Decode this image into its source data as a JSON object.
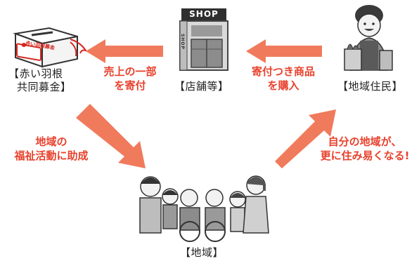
{
  "nodes": {
    "akai_hane": {
      "label_line1": "【赤い羽根",
      "label_line2": "共同募金】",
      "box_text": "赤い羽根募金"
    },
    "store": {
      "label": "【店舗等】",
      "sign": "SHOP",
      "side_sign": "SHOP"
    },
    "residents": {
      "label": "【地域住民】"
    },
    "community": {
      "label": "【地域】"
    }
  },
  "arrows": {
    "store_to_akai": {
      "line1": "売上の一部",
      "line2": "を寄付"
    },
    "residents_to_store": {
      "line1": "寄付つき商品",
      "line2": "を購入"
    },
    "akai_to_community": {
      "line1": "地域の",
      "line2": "福祉活動に助成"
    },
    "community_to_residents": {
      "line1": "自分の地域が、",
      "line2": "更に住み易くなる!"
    }
  },
  "colors": {
    "arrow": "#f07a5c",
    "label_text": "#e8412c"
  }
}
